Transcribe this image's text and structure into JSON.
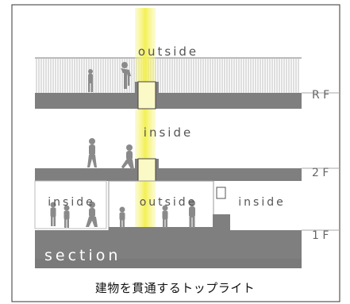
{
  "labels": {
    "outside_top": "outside",
    "inside_mid": "inside",
    "inside_left": "inside",
    "outside_center": "outside",
    "inside_right": "inside",
    "floor_rf": "R F",
    "floor_2f": "2 F",
    "floor_1f": "1 F",
    "section": "section"
  },
  "caption": "建物を貫通するトップライト",
  "colors": {
    "slab": "#7f7f7f",
    "figure": "#8a8a8a",
    "light_beam": "#f4f25a",
    "skylight": "#fbf9c6",
    "frame": "#333333",
    "railing": "#bfbfbf"
  }
}
